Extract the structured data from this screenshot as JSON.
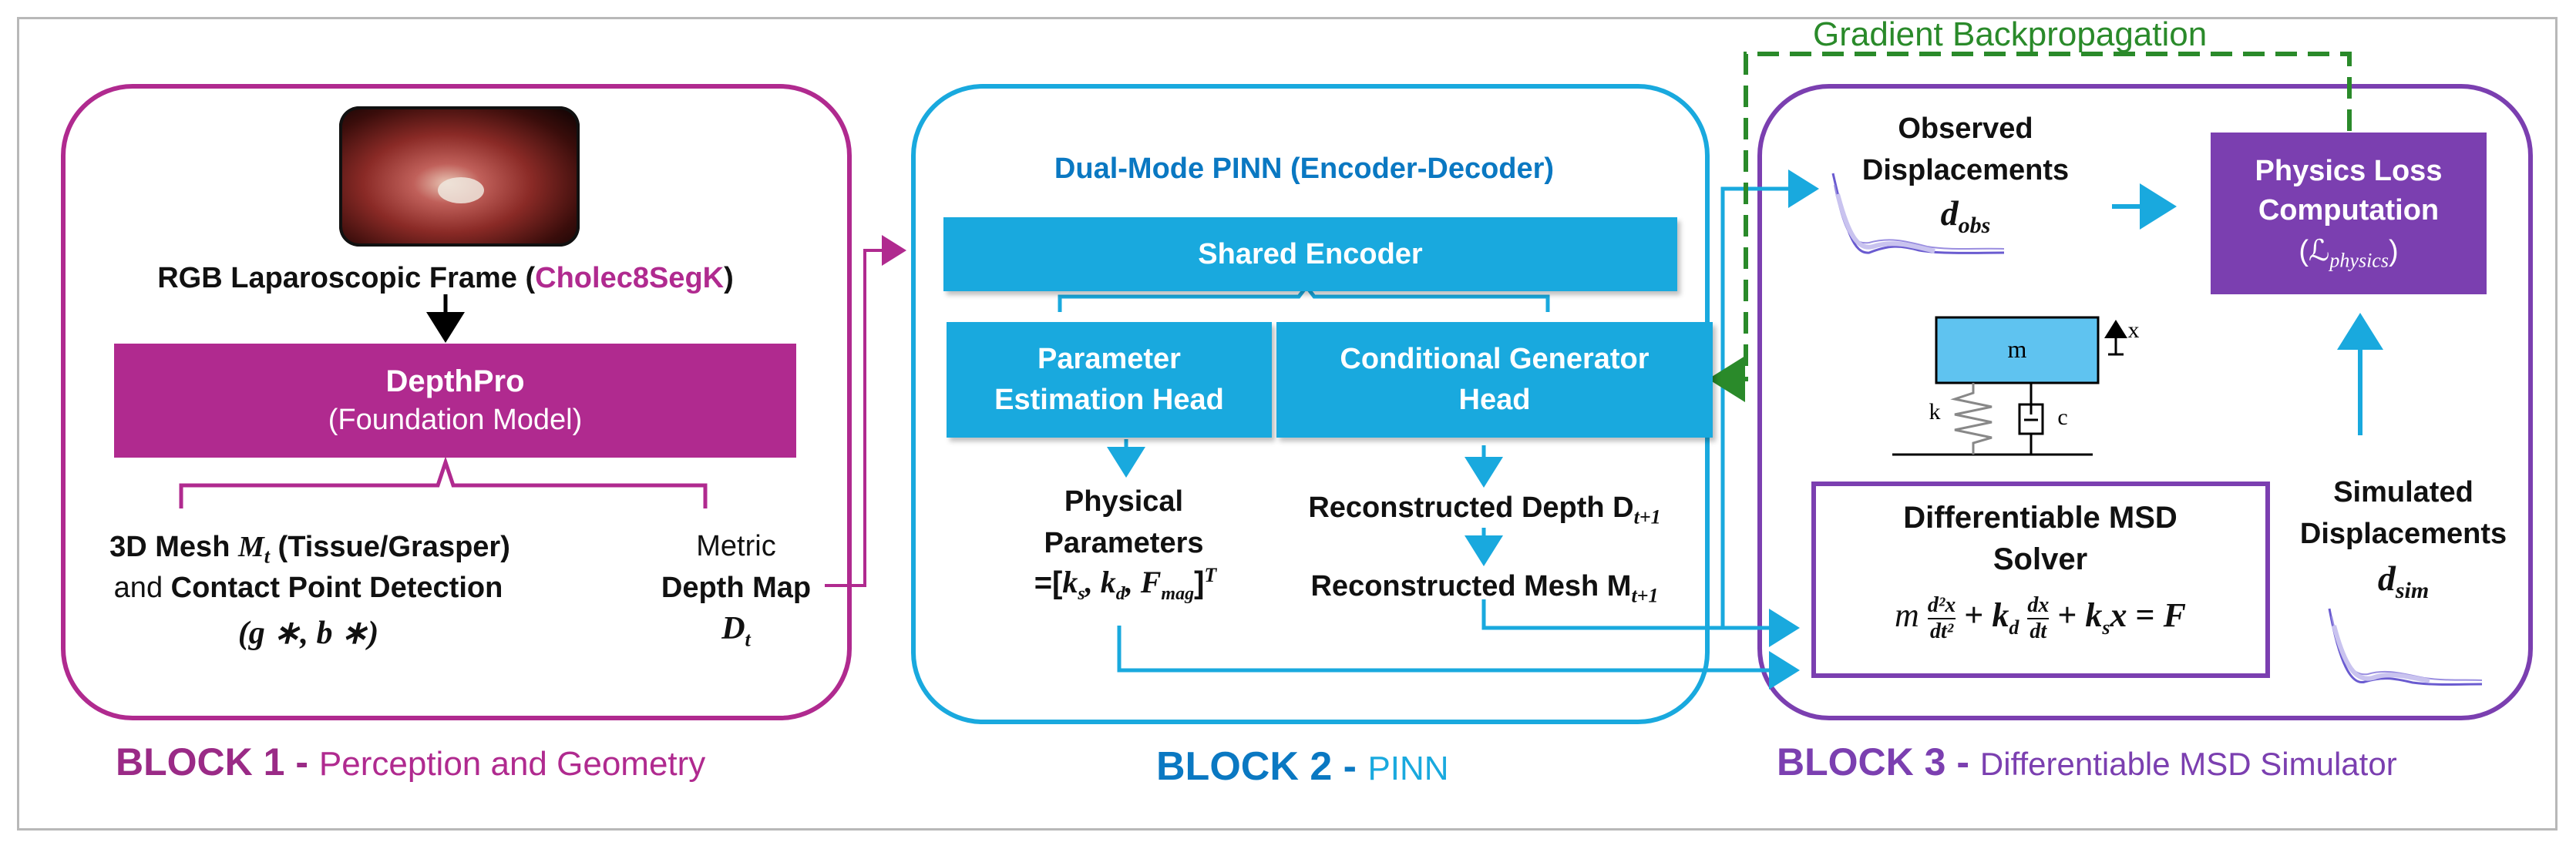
{
  "title_top": "Gradient Backpropagation",
  "block1": {
    "frame_label": "RGB Laparoscopic Frame (",
    "dataset": "Cholec8SegK",
    "frame_label_end": ")",
    "depthpro_title": "DepthPro",
    "depthpro_sub": "(Foundation Model)",
    "mesh_line1a": "3D Mesh ",
    "mesh_symbol": "M",
    "mesh_sub": "t",
    "mesh_line1b": " (Tissue/Grasper)",
    "mesh_line2a": "and ",
    "mesh_line2b": "Contact Point Detection",
    "mesh_line3": "(g ∗, b ∗)",
    "metric_label": "Metric",
    "depth_map_label": "Depth Map",
    "depth_symbol": "D",
    "depth_sub": "t",
    "caption_bold": "BLOCK 1 - ",
    "caption": "Perception and Geometry"
  },
  "block2": {
    "title": "Dual-Mode PINN (Encoder-Decoder)",
    "encoder": "Shared Encoder",
    "param_head_1": "Parameter",
    "param_head_2": "Estimation Head",
    "gen_head_1": "Conditional Generator",
    "gen_head_2": "Head",
    "phys_1": "Physical",
    "phys_2": "Parameters",
    "phys_3": "=[k",
    "phys_3_full": "=[ks, kd, Fmag]T",
    "recon_depth": "Reconstructed Depth D",
    "recon_depth_sub": "t+1",
    "recon_mesh": "Reconstructed Mesh M",
    "recon_mesh_sub": "t+1",
    "caption_bold": "BLOCK 2 - ",
    "caption": "PINN"
  },
  "block3": {
    "observed_1": "Observed",
    "observed_2": "Displacements",
    "d_obs": "d",
    "d_obs_sub": "obs",
    "loss_1": "Physics Loss",
    "loss_2": "Computation",
    "loss_3": "(ℒ",
    "loss_3_sub": "physics",
    "loss_3_end": ")",
    "mass_label": "m",
    "spring_label": "k",
    "damper_label": "c",
    "x_label": "x",
    "solver_1": "Differentiable MSD",
    "solver_2": "Solver",
    "equation": "m d²x/dt² + k_d dx/dt + k_s x = F",
    "simulated_1": "Simulated",
    "simulated_2": "Displacements",
    "d_sim": "d",
    "d_sim_sub": "sim",
    "caption_bold": "BLOCK 3 - ",
    "caption": "Differentiable MSD Simulator"
  },
  "colors": {
    "pink": "#b02a8f",
    "blue": "#19a9de",
    "dark_blue": "#0a78c2",
    "purple": "#7b3fb0",
    "green": "#2a8a2a"
  }
}
